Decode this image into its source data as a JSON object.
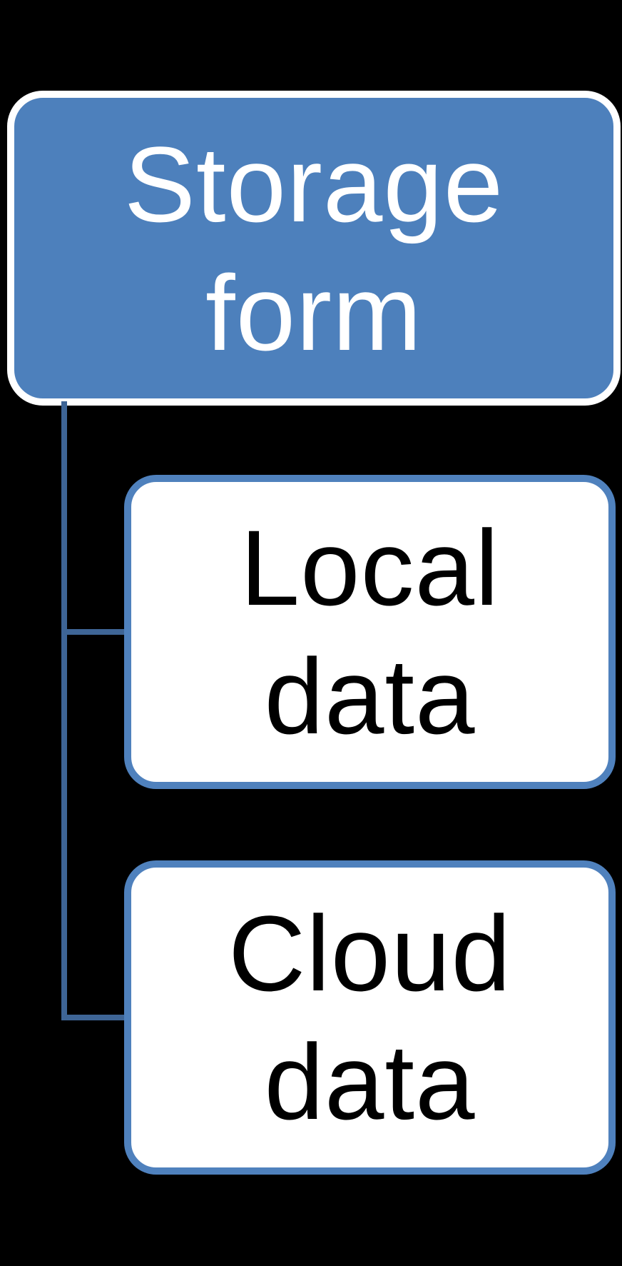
{
  "diagram": {
    "type": "hierarchy",
    "background_color": "#000000",
    "connector_color": "#3E6596",
    "root": {
      "label": "Storage form",
      "fill_color": "#4D80BC",
      "border_color": "#FFFFFF",
      "text_color": "#FFFFFF"
    },
    "children": [
      {
        "label": "Local data",
        "fill_color": "#FFFFFF",
        "border_color": "#4F81BD",
        "text_color": "#000000"
      },
      {
        "label": "Cloud data",
        "fill_color": "#FFFFFF",
        "border_color": "#4F81BD",
        "text_color": "#000000"
      }
    ]
  }
}
